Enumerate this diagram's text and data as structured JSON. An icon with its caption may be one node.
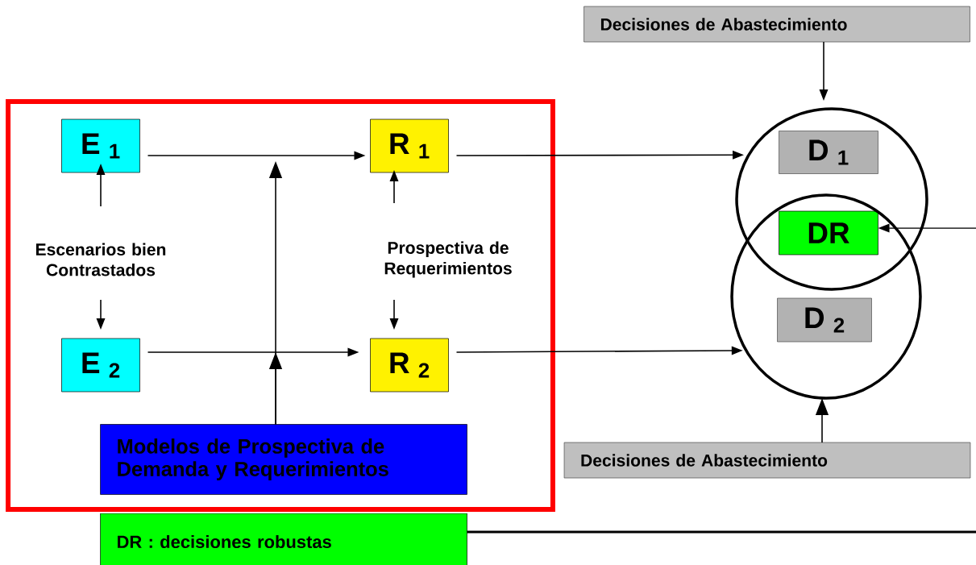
{
  "diagram": {
    "nodes": [
      {
        "text": [
          "Decisiones de Abastecimiento"
        ]
      },
      {
        "text": [],
        "shape": "box"
      },
      {
        "text": [
          "E $_{1}$"
        ],
        "in": 1
      },
      {
        "text": [
          "R $_{1}$"
        ],
        "in": 1
      },
      {
        "text": [
          "Escenarios bien Contrastados"
        ],
        "in": 1
      },
      {
        "text": [
          "Prospectiva de Requerimientos"
        ],
        "in": 1
      },
      {
        "text": [
          "E $_{2}$"
        ],
        "in": 1
      },
      {
        "text": [
          "R $_{2}$"
        ],
        "in": 1
      },
      {
        "text": [
          "Modelos de Prospectiva de Demanda y Requerimientos"
        ],
        "in": 1
      },
      {
        "text": [],
        "shape": "circle"
      },
      {
        "text": [
          "D $_{1}$"
        ],
        "in": 9
      },
      {
        "text": [
          "DR"
        ]
      },
      {
        "text": [],
        "shape": "circle"
      },
      {
        "text": [
          "D $_{2}$"
        ],
        "in": 12
      },
      {
        "text": [
          "Decisiones de Abastecimiento"
        ]
      },
      {
        "text": [
          "DR : decisiones robustas"
        ]
      }
    ],
    "edges": [
      {
        "from": 2,
        "to": 3,
        "arrow": "to"
      },
      {
        "from": 6,
        "to": 7,
        "arrow": "to"
      },
      {
        "from": 4,
        "to": 2,
        "arrow": "to"
      },
      {
        "from": 4,
        "to": 6,
        "arrow": "to"
      },
      {
        "from": 5,
        "to": 3,
        "arrow": "to"
      },
      {
        "from": 5,
        "to": 7,
        "arrow": "to"
      },
      {
        "from": 8,
        "to": null,
        "arrow": "to"
      },
      {
        "from": 8,
        "to": null,
        "arrow": "to"
      },
      {
        "from": 3,
        "to": 9,
        "arrow": "to"
      },
      {
        "from": 7,
        "to": 12,
        "arrow": "to"
      },
      {
        "from": 0,
        "to": 9,
        "arrow": "to"
      },
      {
        "from": 14,
        "to": 12,
        "arrow": "to"
      },
      {
        "from": null,
        "to": 11,
        "arrow": "to"
      },
      {
        "from": 15,
        "to": null,
        "arrow": "none"
      }
    ]
  }
}
